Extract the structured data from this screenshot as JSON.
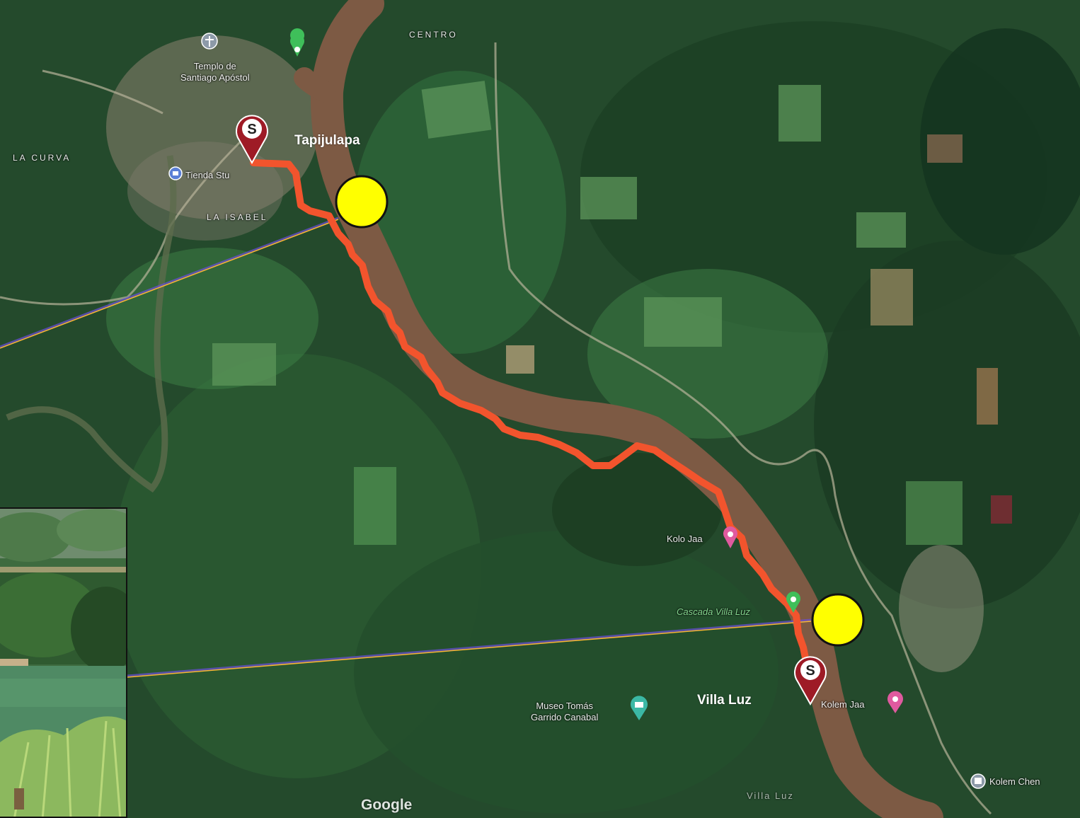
{
  "map": {
    "labels": {
      "centro": "CENTRO",
      "templo": "Templo de Santiago Apóstol",
      "templo_line1": "Templo de",
      "templo_line2": "Santiago Apóstol",
      "la_curva": "LA CURVA",
      "tienda": "Tienda Stu",
      "la_isabel": "LA ISABEL",
      "kolo_jaa": "Kolo Jaa",
      "cascada": "Cascada Villa Luz",
      "museo_line1": "Museo Tomás",
      "museo_line2": "Garrido Canabal",
      "kolem_jaa": "Kolem Jaa",
      "villa_luz_faded": "Villa Luz",
      "kolem_chen": "Kolem Chen"
    },
    "route_points": {
      "start_name": "Tapijulapa",
      "end_name": "Villa Luz",
      "start_marker_letter": "S",
      "end_marker_letter": "S"
    },
    "watermark": "Google",
    "colors": {
      "route": "#f2542d",
      "river": "#7d5a44",
      "marker_pin": "#9e1b26",
      "highlight_circle": "#ffff00",
      "leader_line": "#f7b731",
      "leader_shadow": "#6b4fd8",
      "forest_dark": "#1f4728",
      "forest_mid": "#2e6b3a",
      "field_light": "#5e9a5a"
    },
    "icons": {
      "church": "church-icon",
      "park": "park-icon",
      "shop": "shop-icon",
      "hotel": "hotel-icon",
      "museum": "museum-icon",
      "pin": "map-pin-icon"
    }
  },
  "inset_photo": {
    "description_icon": "photo-icon"
  }
}
